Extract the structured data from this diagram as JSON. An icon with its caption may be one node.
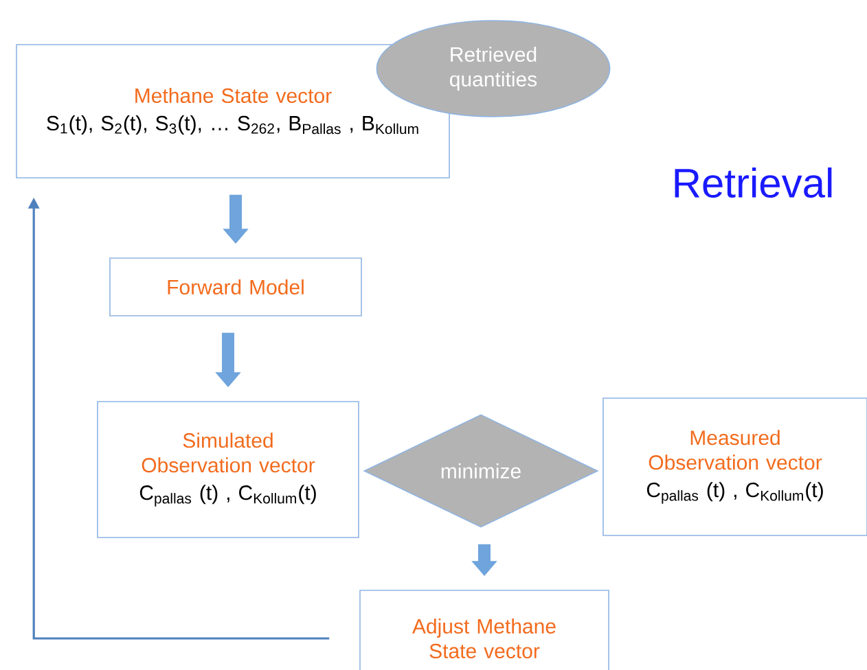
{
  "diagram": {
    "nodes": [
      {
        "text": [
          "Methane State vector",
          "S$_{1}$(t), S$_{2}$(t), S$_{3}$(t), … S$_{262}$,  B$_{Pallas}$ ,  B$_{Kollum}$"
        ]
      },
      {
        "text": [
          "Retrieved quantities"
        ]
      },
      {
        "text": [
          "Forward Model"
        ]
      },
      {
        "text": [
          "Simulated Observation vector",
          "C$_{pallas}$ (t) ,  C$_{Kollum}$(t)"
        ]
      },
      {
        "text": [
          "minimize"
        ]
      },
      {
        "text": [
          "Measured Observation vector",
          "C$_{pallas}$ (t) ,  C$_{Kollum}$(t)"
        ]
      },
      {
        "text": [
          "Adjust Methane State vector"
        ]
      }
    ],
    "edges": [
      {
        "from": 0,
        "to": 2,
        "arrow": "to"
      },
      {
        "from": 2,
        "to": 3,
        "arrow": "to"
      },
      {
        "from": 4,
        "to": 6,
        "arrow": "to"
      },
      {
        "from": 6,
        "to": 0,
        "arrow": "to",
        "color": "#4f81bd"
      }
    ],
    "labels": [
      "Retrieval"
    ]
  }
}
